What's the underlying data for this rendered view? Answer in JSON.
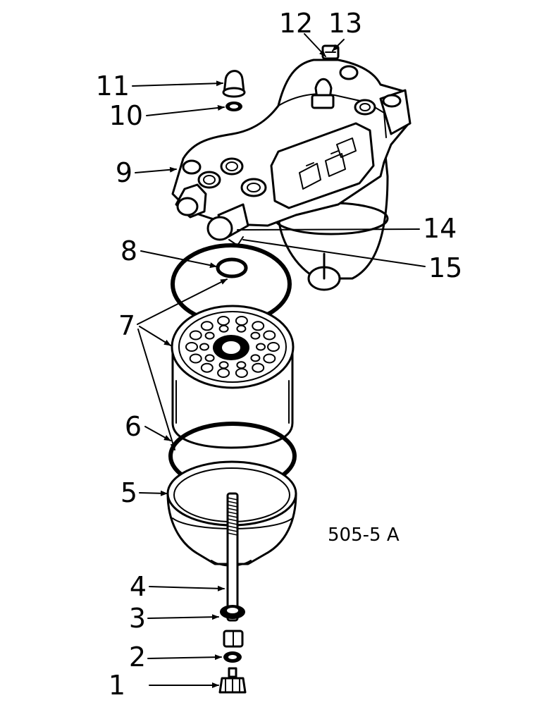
{
  "diagram": {
    "reference": "505-5 A",
    "callouts": [
      {
        "id": "c1",
        "number": "1"
      },
      {
        "id": "c2",
        "number": "2"
      },
      {
        "id": "c3",
        "number": "3"
      },
      {
        "id": "c4",
        "number": "4"
      },
      {
        "id": "c5",
        "number": "5"
      },
      {
        "id": "c6",
        "number": "6"
      },
      {
        "id": "c7",
        "number": "7"
      },
      {
        "id": "c8",
        "number": "8"
      },
      {
        "id": "c9",
        "number": "9"
      },
      {
        "id": "c10",
        "number": "10"
      },
      {
        "id": "c11",
        "number": "11"
      },
      {
        "id": "c12",
        "number": "12"
      },
      {
        "id": "c13",
        "number": "13"
      },
      {
        "id": "c14",
        "number": "14"
      },
      {
        "id": "c15",
        "number": "15"
      }
    ]
  }
}
